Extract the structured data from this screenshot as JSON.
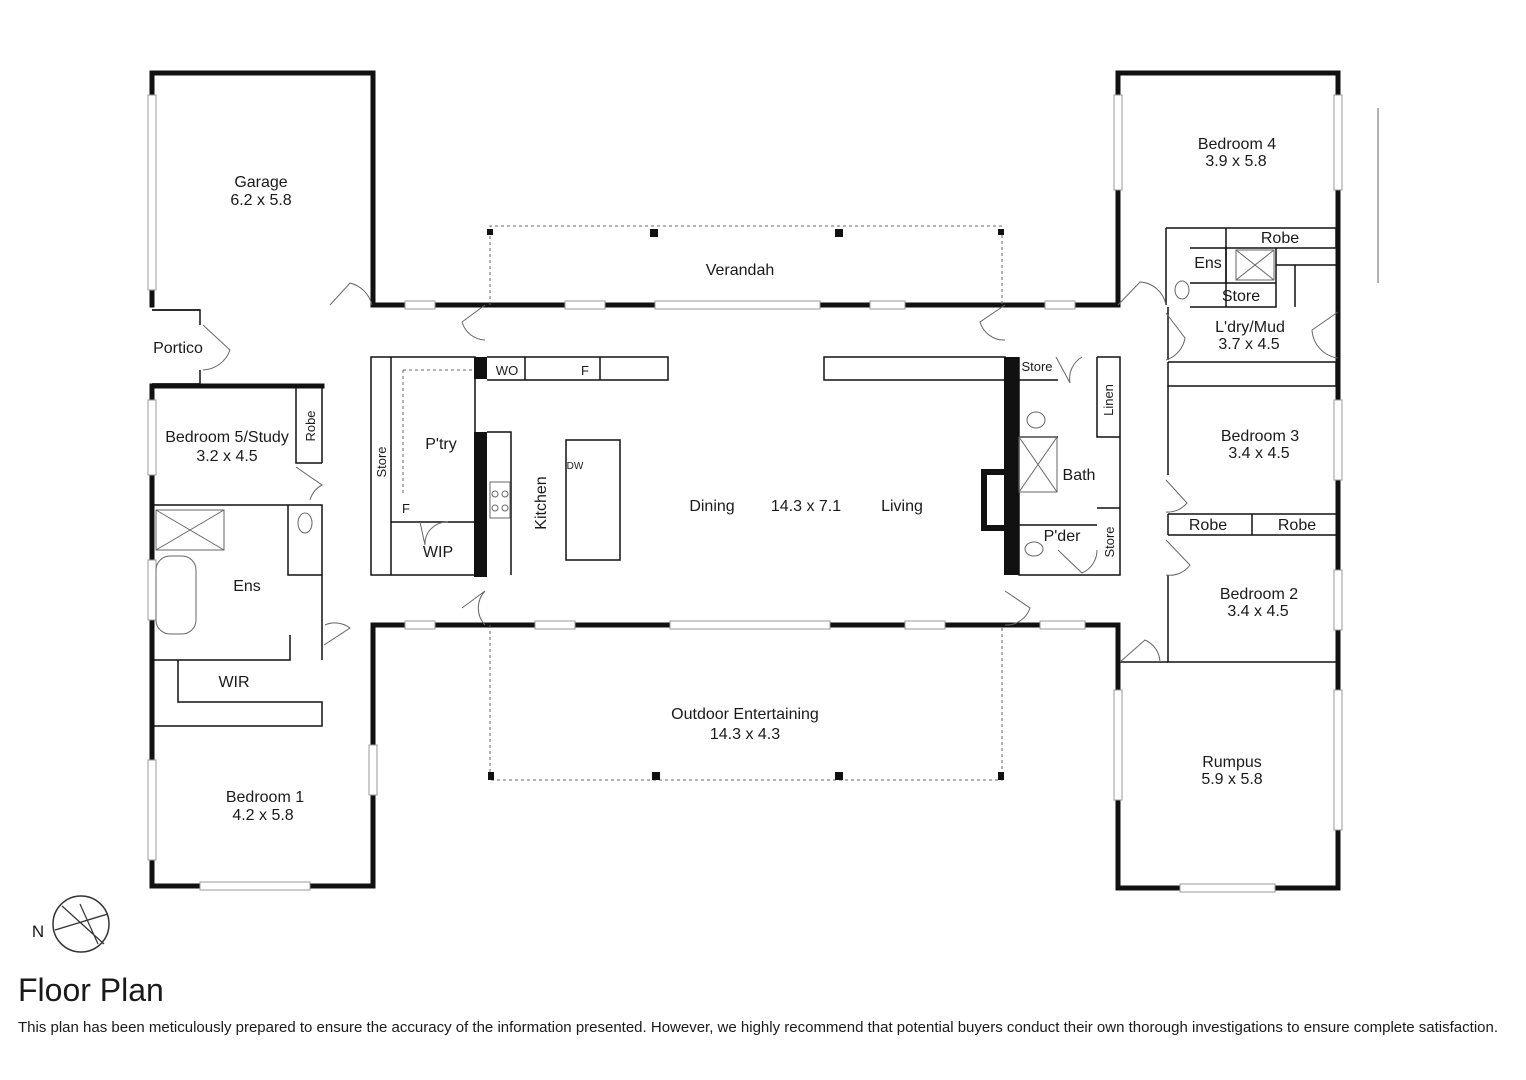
{
  "plan": {
    "garage": {
      "name": "Garage",
      "dims": "6.2 x 5.8"
    },
    "portico": {
      "name": "Portico"
    },
    "bedroom5": {
      "name": "Bedroom 5/Study",
      "dims": "3.2 x 4.5",
      "robe": "Robe"
    },
    "ensuite1": {
      "name": "Ens"
    },
    "wir": {
      "name": "WIR"
    },
    "bedroom1": {
      "name": "Bedroom 1",
      "dims": "4.2 x 5.8"
    },
    "pantry": {
      "name": "P'try",
      "store": "Store",
      "fridge": "F"
    },
    "wip": {
      "name": "WIP"
    },
    "kitchen": {
      "name": "Kitchen",
      "wall_oven": "WO",
      "fridge": "F",
      "dishwasher": "DW"
    },
    "verandah": {
      "name": "Verandah"
    },
    "living_zone": {
      "dining": "Dining",
      "dims": "14.3 x 7.1",
      "living": "Living"
    },
    "outdoor": {
      "name": "Outdoor Entertaining",
      "dims": "14.3 x 4.3"
    },
    "bath": {
      "name": "Bath",
      "store": "Store",
      "linen": "Linen"
    },
    "powder": {
      "name": "P'der",
      "store": "Store"
    },
    "bedroom4": {
      "name": "Bedroom 4",
      "dims": "3.9 x 5.8",
      "robe": "Robe",
      "ens": "Ens",
      "store": "Store"
    },
    "laundry": {
      "name": "L'dry/Mud",
      "dims": "3.7 x 4.5"
    },
    "bedroom3": {
      "name": "Bedroom 3",
      "dims": "3.4 x 4.5",
      "robe": "Robe"
    },
    "bedroom2": {
      "name": "Bedroom 2",
      "dims": "3.4 x 4.5",
      "robe": "Robe"
    },
    "rumpus": {
      "name": "Rumpus",
      "dims": "5.9 x 5.8"
    },
    "north": "N"
  },
  "footer": {
    "title": "Floor Plan",
    "disclaimer": "This plan has been meticulously prepared to ensure the accuracy of the information presented. However, we highly recommend that potential buyers conduct their own thorough investigations to ensure complete satisfaction."
  }
}
